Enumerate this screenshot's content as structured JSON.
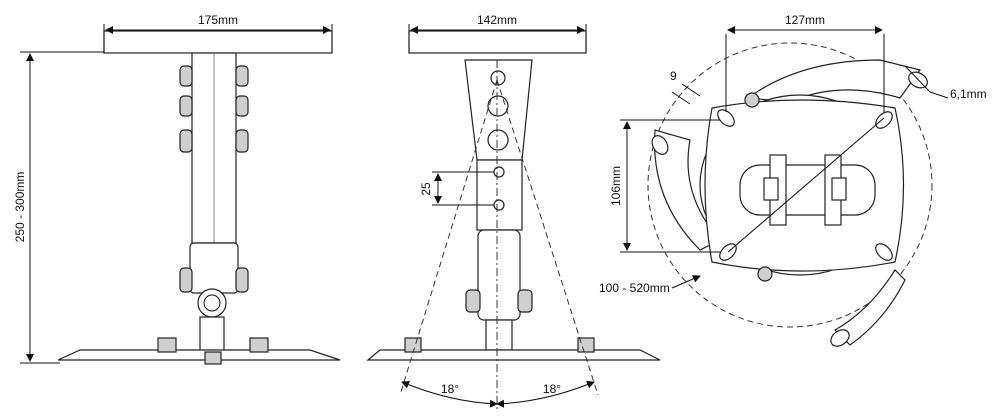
{
  "front_view": {
    "width_label": "175mm",
    "height_label": "250 - 300mm"
  },
  "side_view": {
    "width_label": "142mm",
    "hole_spacing_label": "25",
    "tilt_left_label": "18°",
    "tilt_right_label": "18°"
  },
  "bracket_view": {
    "spacing_127_label": "127mm",
    "spacing_106_label": "106mm",
    "hole_9_label": "9",
    "hole_61_label": "6,1mm",
    "range_label": "100 - 520mm"
  }
}
